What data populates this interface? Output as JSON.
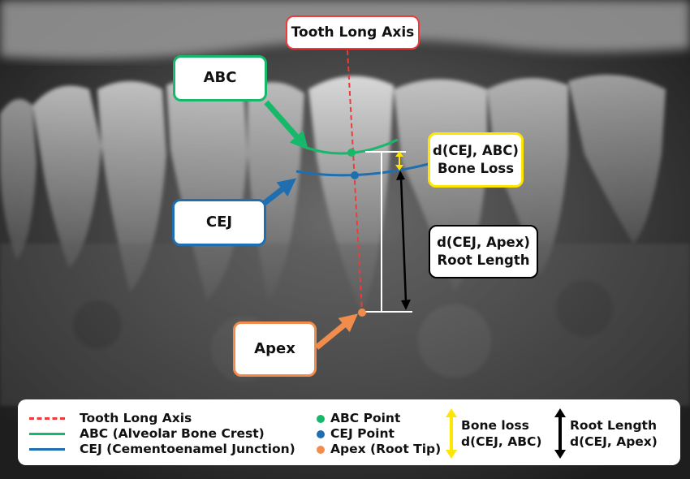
{
  "labels": {
    "tooth_long_axis": "Tooth Long Axis",
    "abc": "ABC",
    "cej": "CEJ",
    "apex": "Apex",
    "bone_loss_title": "d(CEJ, ABC)",
    "bone_loss_sub": "Bone Loss",
    "root_length_title": "d(CEJ, Apex)",
    "root_length_sub": "Root Length"
  },
  "legend": {
    "axis": "Tooth Long Axis",
    "abc_line": "ABC (Alveolar Bone Crest)",
    "cej_line": "CEJ (Cementoenamel Junction)",
    "abc_point": "ABC Point",
    "cej_point": "CEJ Point",
    "apex_point": "Apex (Root Tip)",
    "bone_loss_1": "Bone loss",
    "bone_loss_2": "d(CEJ, ABC)",
    "root_length_1": "Root Length",
    "root_length_2": "d(CEJ, Apex)"
  },
  "colors": {
    "axis": "#ee3b3b",
    "abc": "#16b86a",
    "cej": "#1f6fb0",
    "apex": "#f28c4c",
    "bone_loss": "#ffe600",
    "root_length": "#000000",
    "measure": "#ffffff"
  }
}
